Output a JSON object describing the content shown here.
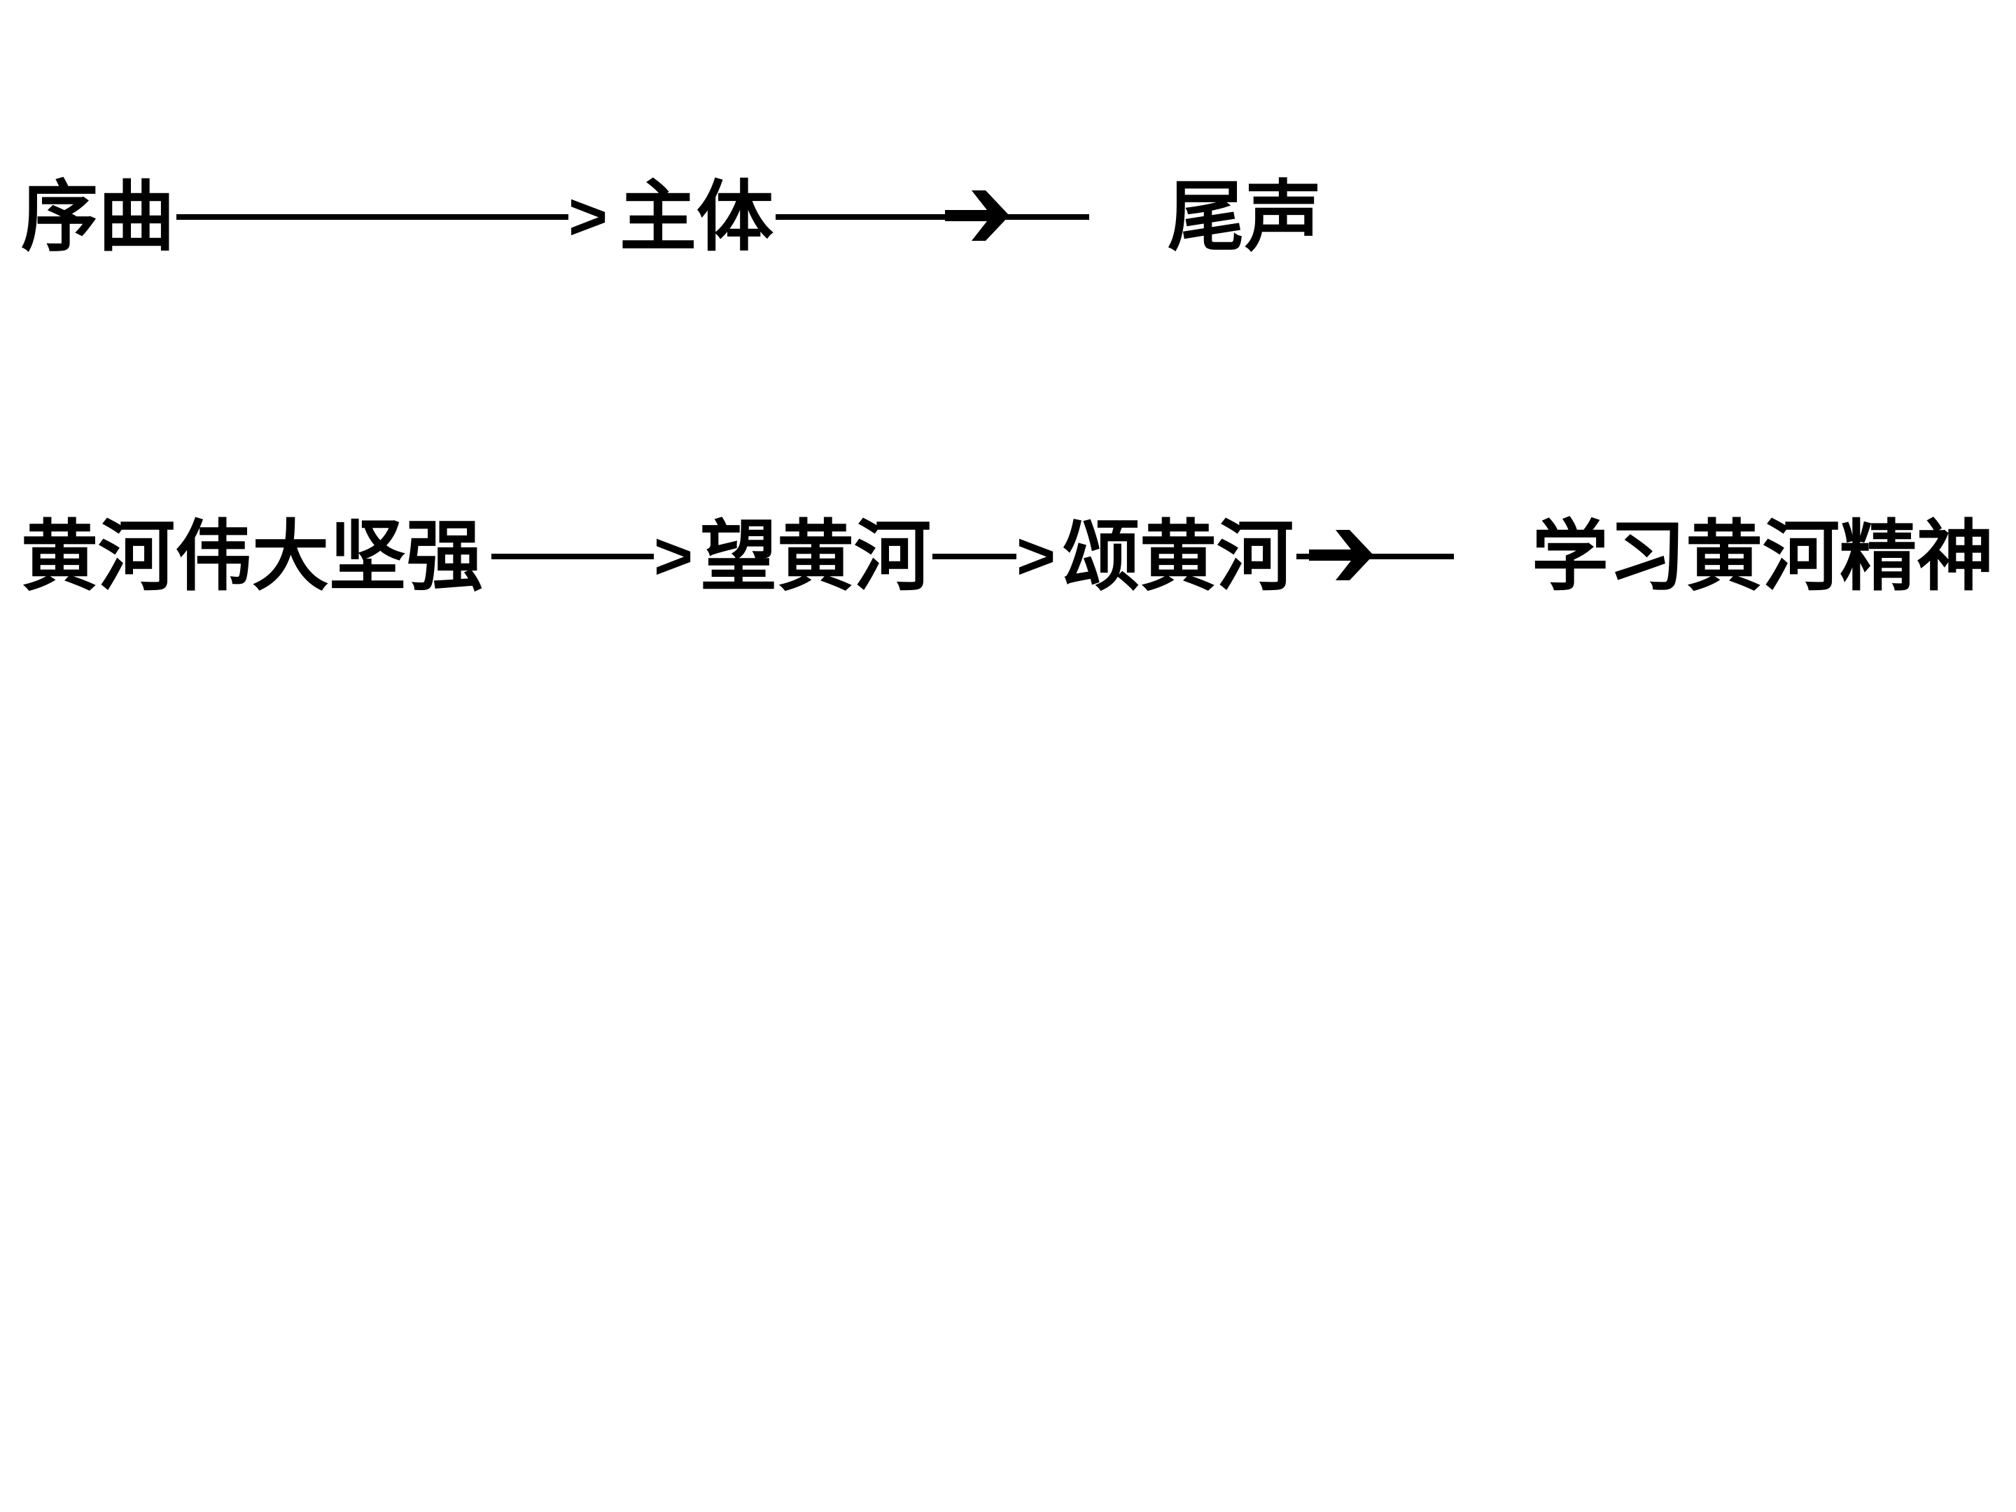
{
  "rows": [
    {
      "nodes": [
        "序曲",
        "主体",
        "尾声"
      ],
      "connectors": [
        ">"
      ]
    },
    {
      "nodes": [
        "黄河伟大坚强",
        "望黄河",
        "颂黄河",
        "学习黄河精神"
      ],
      "connectors": [
        ">",
        ">"
      ]
    }
  ]
}
